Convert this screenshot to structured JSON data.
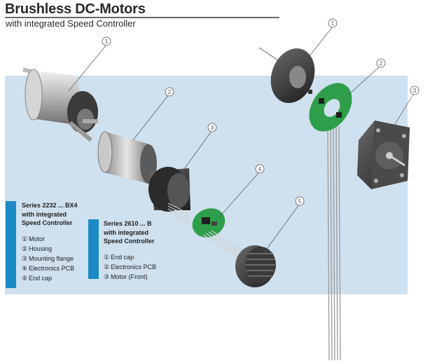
{
  "header": {
    "title": "Brushless DC-Motors",
    "subtitle": "with integrated Speed Controller"
  },
  "series_left": {
    "heading_line1": "Series 2232 ... BX4",
    "heading_line2": "with integrated",
    "heading_line3": "Speed Controller",
    "items": [
      {
        "num": "①",
        "label": "Motor"
      },
      {
        "num": "②",
        "label": "Housing"
      },
      {
        "num": "③",
        "label": "Mounting flange"
      },
      {
        "num": "④",
        "label": "Electronics PCB"
      },
      {
        "num": "⑤",
        "label": "End cap"
      }
    ]
  },
  "series_right": {
    "heading_line1": "Series 2610 ... B",
    "heading_line2": "with integrated",
    "heading_line3": "Speed Controller",
    "items": [
      {
        "num": "①",
        "label": "End cap"
      },
      {
        "num": "②",
        "label": "Electronics PCB"
      },
      {
        "num": "③",
        "label": "Motor (Front)"
      }
    ]
  },
  "callouts_left": [
    "1",
    "2",
    "3",
    "4",
    "5"
  ],
  "callouts_right": [
    "1",
    "2",
    "3"
  ],
  "colors": {
    "accent_bar": "#1c8ac6",
    "band": "#cfe0ee",
    "pcb_green": "#2e9e4a"
  }
}
